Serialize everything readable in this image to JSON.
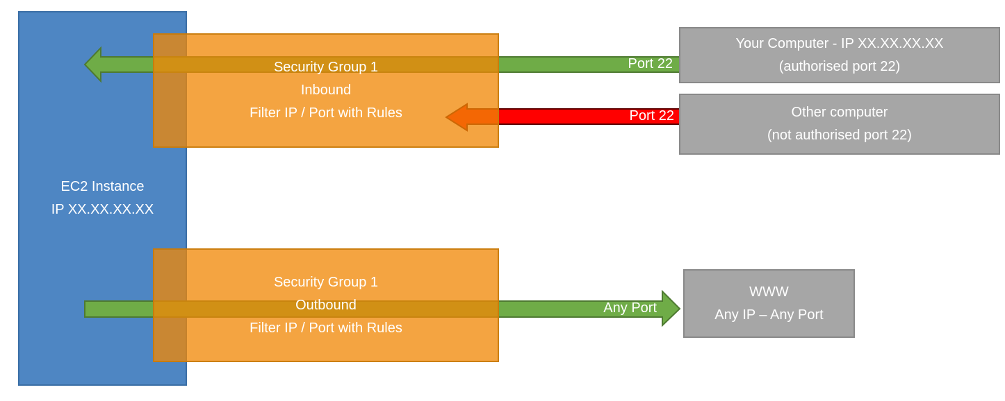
{
  "diagram": {
    "title_implicit": "EC2 Security Group traffic filtering diagram",
    "ec2_instance": {
      "line1": "EC2 Instance",
      "line2": "IP XX.XX.XX.XX"
    },
    "security_group_inbound": {
      "line1": "Security Group 1",
      "line2": "Inbound",
      "line3": "Filter IP / Port with Rules"
    },
    "security_group_outbound": {
      "line1": "Security Group 1",
      "line2": "Outbound",
      "line3": "Filter IP / Port with Rules"
    },
    "your_computer": {
      "line1": "Your Computer - IP XX.XX.XX.XX",
      "line2": "(authorised port 22)"
    },
    "other_computer": {
      "line1": "Other computer",
      "line2": "(not authorised port 22)"
    },
    "www": {
      "line1": "WWW",
      "line2": "Any IP – Any Port"
    },
    "labels": {
      "inbound_allowed_port": "Port 22",
      "inbound_blocked_port": "Port 22",
      "outbound_port": "Any Port"
    },
    "colors": {
      "ec2_blue": "#4E86C3",
      "security_group_orange": "#F4A442",
      "allowed_green": "#6FAC47",
      "allowed_green_border": "#4E7A31",
      "blocked_red": "#FF0000",
      "blocked_red_border": "#5A0000",
      "endpoint_gray": "#A6A6A6",
      "text_white": "#FFFFFF"
    }
  }
}
